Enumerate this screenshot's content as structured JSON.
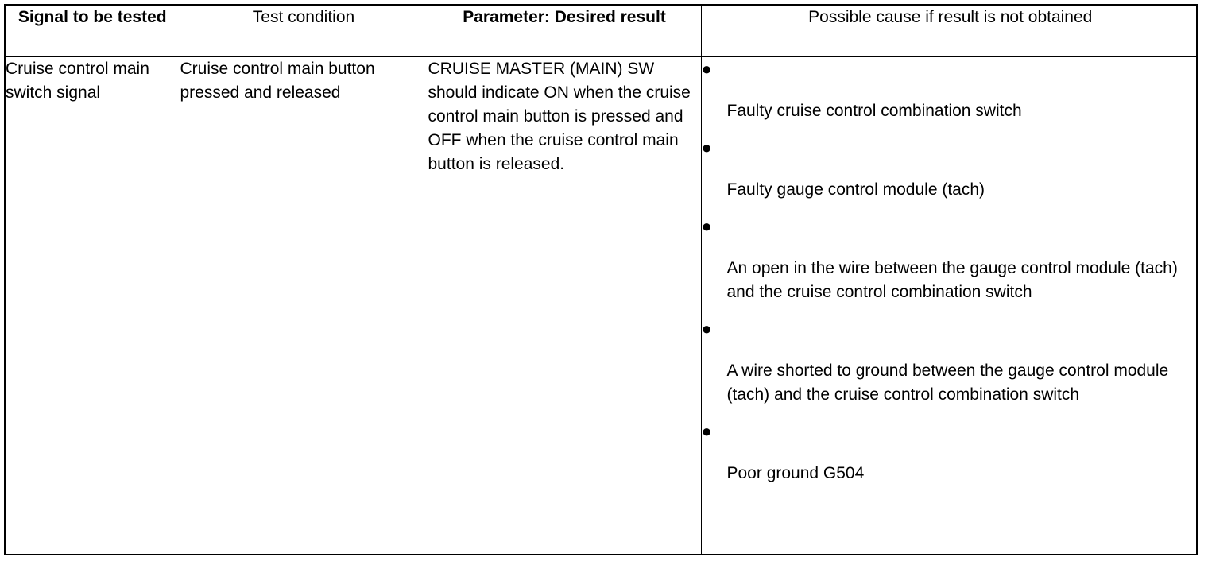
{
  "table": {
    "headers": [
      "Signal to be tested",
      "Test condition",
      "Parameter: Desired result",
      "Possible cause if result is not obtained"
    ],
    "rows": [
      {
        "signal": "Cruise control main switch signal",
        "condition": "Cruise control main button pressed and released",
        "parameter": "CRUISE MASTER (MAIN) SW should indicate ON when the cruise control main button is pressed and OFF when the cruise control main button is released.",
        "bullet_symbol": "●",
        "causes": [
          "Faulty cruise control combination switch",
          "Faulty gauge control module (tach)",
          "An open in the wire between the gauge control module (tach) and the cruise control combination switch",
          "A wire shorted to ground between the gauge control module (tach) and the cruise control combination switch",
          "Poor ground G504"
        ]
      }
    ]
  }
}
